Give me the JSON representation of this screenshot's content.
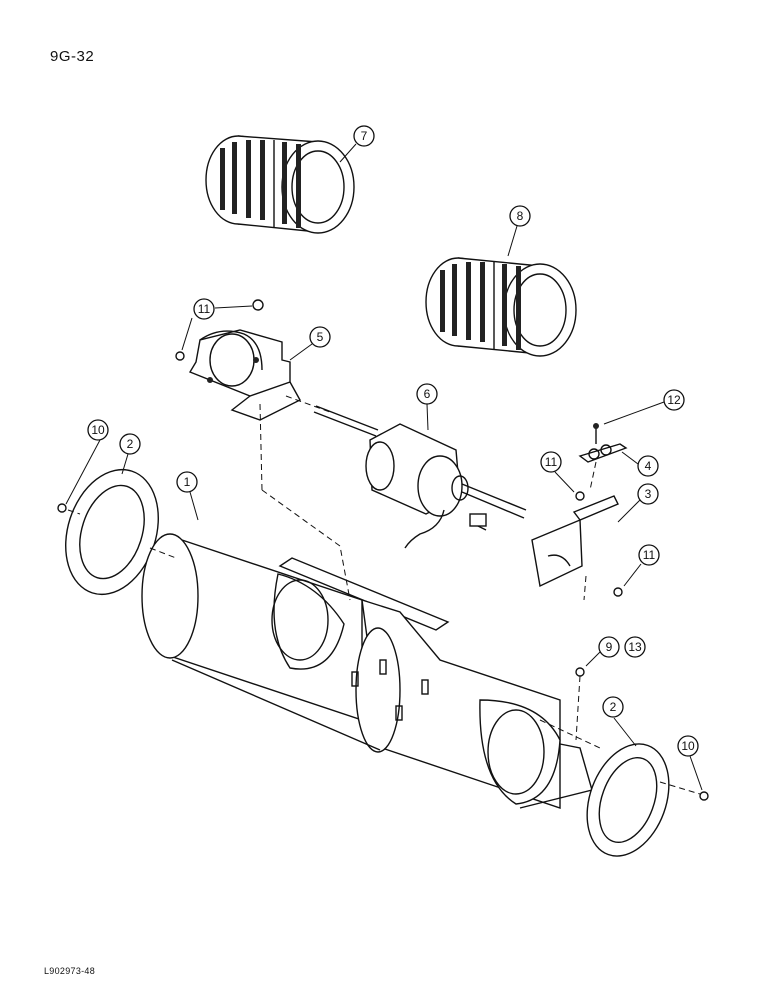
{
  "page": {
    "number": "9G-32",
    "figure_code": "L902973-48"
  },
  "callouts": {
    "c1": "1",
    "c2a": "2",
    "c2b": "2",
    "c3": "3",
    "c4": "4",
    "c5": "5",
    "c6": "6",
    "c7": "7",
    "c8": "8",
    "c9": "9",
    "c10a": "10",
    "c10b": "10",
    "c11a": "11",
    "c11b": "11",
    "c11c": "11",
    "c12": "12",
    "c13": "13"
  }
}
